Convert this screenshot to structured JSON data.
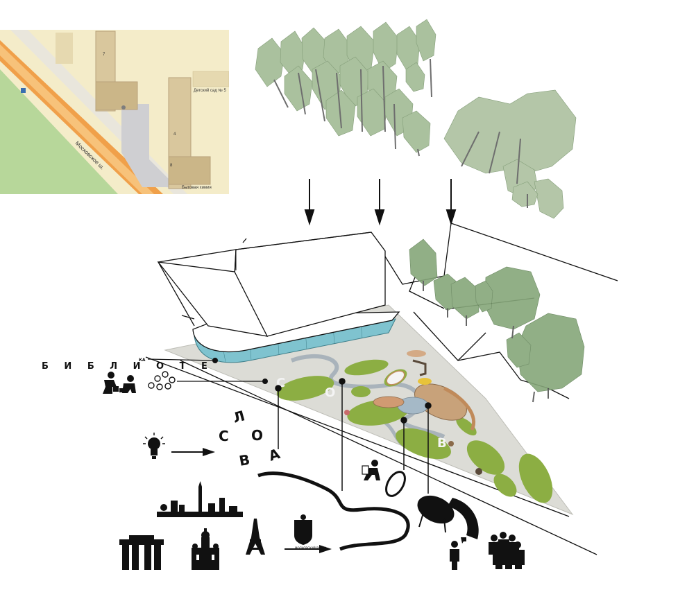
{
  "map": {
    "road_name": "Московское ш.",
    "kindergarten_label": "Детский сад № 5",
    "house_label": "Бытовая химия",
    "building_numbers": [
      "7",
      "4",
      "8"
    ],
    "bus_stop": "Ⓜ"
  },
  "library_label": {
    "main": "Б И Б Л И О Т Е",
    "suffix": "КА"
  },
  "word_letters": [
    "С",
    "Л",
    "О",
    "В",
    "А"
  ],
  "plaza_letters": [
    "С",
    "О",
    "В"
  ],
  "crest_text": "МОСКОВСКИЙ РАЙОН",
  "colors": {
    "grass": "#8cae43",
    "plaza": "#d9d9d4",
    "glass": "#7fc3cf",
    "tree": "#7fa36a",
    "road": "#f0a04a",
    "map_bg": "#f4ecc9",
    "map_green": "#b7d79a"
  },
  "icons": [
    "tree-cluster-icon",
    "arrow-down-icon",
    "lightbulb-icon",
    "arrow-right-icon",
    "kids-playing-icon",
    "circles-pattern-icon",
    "reader-icon",
    "skyline-icon",
    "arch-gate-icon",
    "cathedral-icon",
    "eiffel-tower-icon",
    "coat-of-arms-icon",
    "speaker-icon",
    "crowd-icon"
  ]
}
